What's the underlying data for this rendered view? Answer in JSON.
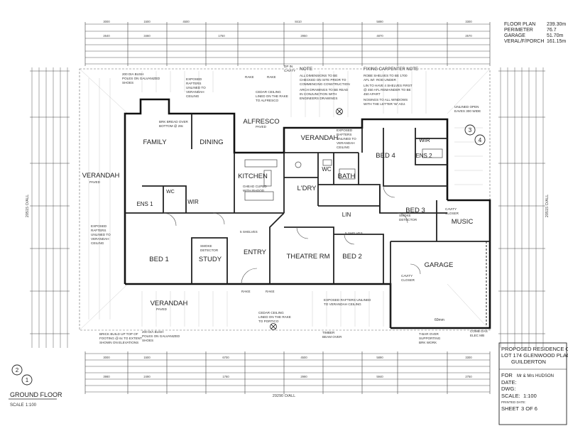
{
  "summary": {
    "rows": [
      {
        "label": "FLOOR PLAN",
        "value": "239.30m"
      },
      {
        "label": "PERIMETER",
        "value": "76.7"
      },
      {
        "label": "GARAGE",
        "value": "51.70m"
      },
      {
        "label": "VERAL/F/PORCH",
        "value": "161.15m"
      }
    ]
  },
  "rooms": {
    "family": "FAMILY",
    "dining": "DINING",
    "alfresco": "ALFRESCO",
    "kitchen": "KITCHEN",
    "laundry": "L'DRY",
    "bath": "BATH",
    "wc_main": "WC",
    "verandah_rear": "VERANDAH",
    "bed4": "BED 4",
    "wir_bed4": "WIR",
    "ens2": "ENS 2",
    "bed3": "BED 3",
    "music": "MUSIC",
    "verandah_left": "VERANDAH",
    "ens1": "ENS 1",
    "wc_ens": "WC",
    "wir_bed1": "WIR",
    "bed1": "BED 1",
    "study": "STUDY",
    "entry": "ENTRY",
    "theatre": "THEATRE RM",
    "bed2": "BED 2",
    "lin": "LIN",
    "garage": "GARAGE",
    "verandah_front": "VERANDAH"
  },
  "notes": {
    "note_title": "NOTE",
    "note_lines": [
      "ALL DIMENSIONS TO BE",
      "CHECKED ON SITE PRIOR TO",
      "COMMENCING CONSTRUCTION",
      "ARCH DRAWINGS TO BE READ",
      "IN CONJUNCTION WITH",
      "ENGINEERS DRAWINGS"
    ],
    "carpenter_title": "FIXING CARPENTER NOTE",
    "carpenter_lines": [
      "ROBE SHELVES TO BE 1700",
      "AFL W/- ROD UNDER",
      "LIN TO HAVE 4 SHELVES FIRST",
      "@ 450 AFL REMAINDER TO BE",
      "450 APART",
      "NOSINGS TO ALL WINDOWS",
      "WITH THE LETTER 'W' ADJ."
    ],
    "rafters_left": [
      "EXPOSED",
      "RAFTERS",
      "UNLINED TO",
      "VERANDAH",
      "CEILING"
    ],
    "rafters_top": [
      "EXPOSED",
      "RAFTERS",
      "UNLINED TO",
      "VERANDAH",
      "CEILING"
    ],
    "rafters_verandah": [
      "EXPOSED",
      "RAFTERS",
      "UNLINED TO",
      "VERANDAH",
      "CEILING"
    ],
    "rafters_front": [
      "EXPOSED RAFTERS UNLINED",
      "TO VERANDAH CEILING"
    ],
    "poles_top": [
      "200 DIA BUSH",
      "POLES ON GALVANIZED",
      "SHOES"
    ],
    "poles_bottom": [
      "200 DIA BUSH",
      "POLES ON GALVANIZED",
      "SHOES"
    ],
    "brick_bottom": [
      "BRICK BUILD UP TOP OF",
      "FOOTING @ 6c TO EXTENT",
      "SHOWN ON ELEVATIONS"
    ],
    "bressumer": [
      "BRK BREAD OVER",
      "BOTTOM @ 28c"
    ],
    "cedar_top": [
      "CEDAR CEILING",
      "LINED ON THE RAKE",
      "TO ALFRESCO"
    ],
    "cedar_bottom": [
      "CEDAR CEILING",
      "LINED ON THE RAKE",
      "TO PORTICO"
    ],
    "rangehood": [
      "GHEAD CUPBD",
      "WITH RHOOD"
    ],
    "unlined_eaves": [
      "UNLINED OPEN",
      "EAVES 300 WIDE"
    ],
    "timber_beam": [
      "TIMBER",
      "BEAM OVER"
    ],
    "tbar": [
      "T-BAR OVER",
      "SUPPORTING",
      "BRK WORK"
    ],
    "comb_gas": [
      "COMB GAS",
      "ELEC MB"
    ],
    "smoke_detector": [
      "SMOKE",
      "DETECTOR"
    ],
    "cavity_closer": [
      "CAVITY",
      "CLOSER"
    ],
    "shelves": "5 SHELVES",
    "rake": "RAKE",
    "dp_cavity": [
      "DP IN",
      "CAVITY"
    ],
    "paved": "PAVED",
    "garage_width": "60mm"
  },
  "dimensions": {
    "overall_bottom": "29290 O/ALL",
    "overall_left": "20515 O/ALL",
    "overall_right": "20515 O/ALL",
    "top_row1": [
      "3000",
      "1500",
      "4500",
      "8410",
      "5890",
      "3300"
    ],
    "top_row2": [
      "2640",
      "3460",
      "1750",
      "2950",
      "4870",
      "2570"
    ],
    "bottom_row1": [
      "3000",
      "1500",
      "6700",
      "4500",
      "5890",
      "3300"
    ],
    "bottom_row2": [
      "3980",
      "2490",
      "1760",
      "2990",
      "5940",
      "2750"
    ]
  },
  "title_block": {
    "lines": [
      "PROPOSED RESIDENCE ON",
      "LOT 174 GLENWOOD PLACE",
      "GUILDERTON"
    ],
    "for_label": "FOR",
    "client": "Mr & Mrs HUDSON",
    "date_label": "DATE:",
    "dwg_label": "DWG:",
    "scale_label": "SCALE:",
    "scale": "1:100",
    "printed_label": "PRINTED DATE:",
    "sheet_label": "SHEET",
    "sheet": "3 OF 6"
  },
  "legend": {
    "title": "GROUND FLOOR",
    "scale_label": "SCALE",
    "scale": "1:100",
    "ref_left_top": "2",
    "ref_left_bottom": "1",
    "ref_right_top": "3",
    "ref_right_bottom": "4"
  }
}
